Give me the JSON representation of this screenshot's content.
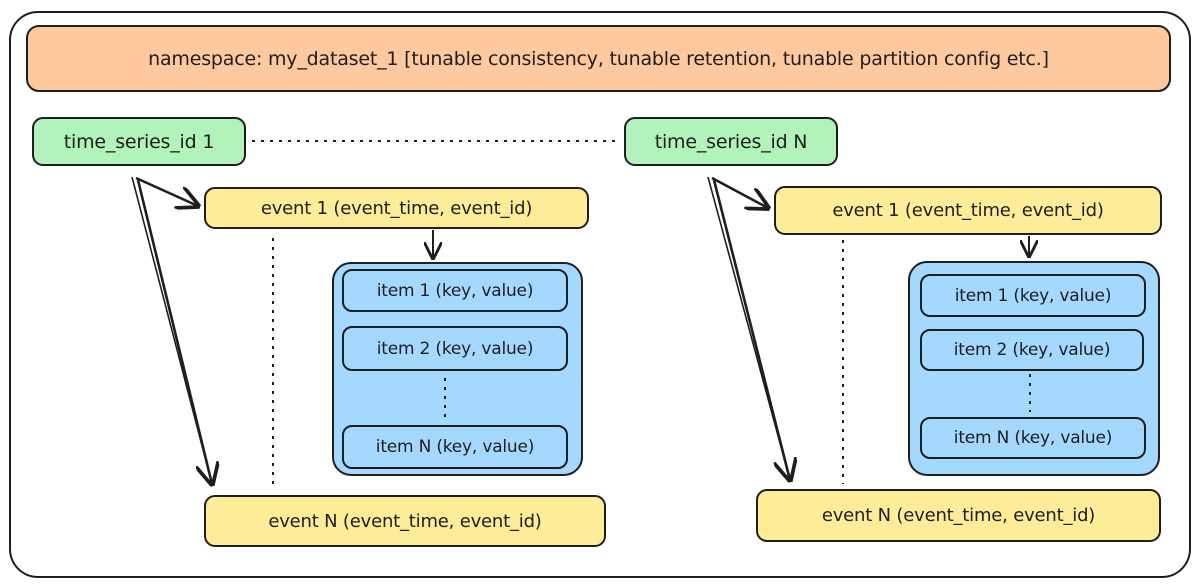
{
  "namespace": {
    "label": "namespace: my_dataset_1 [tunable consistency, tunable retention, tunable partition config etc.]"
  },
  "series": [
    {
      "time_series_label": "time_series_id 1",
      "event_first": "event 1 (event_time, event_id)",
      "event_last": "event N (event_time, event_id)",
      "items": [
        "item 1 (key, value)",
        "item 2 (key, value)",
        "item N (key, value)"
      ]
    },
    {
      "time_series_label": "time_series_id N",
      "event_first": "event 1 (event_time, event_id)",
      "event_last": "event N (event_time, event_id)",
      "items": [
        "item 1 (key, value)",
        "item 2 (key, value)",
        "item N (key, value)"
      ]
    }
  ],
  "colors": {
    "namespace_fill": "#ffc9a0",
    "time_series_fill": "#b2f2bb",
    "event_fill": "#ffec99",
    "items_group_fill": "#a5d8ff",
    "stroke": "#1e1e1e"
  }
}
